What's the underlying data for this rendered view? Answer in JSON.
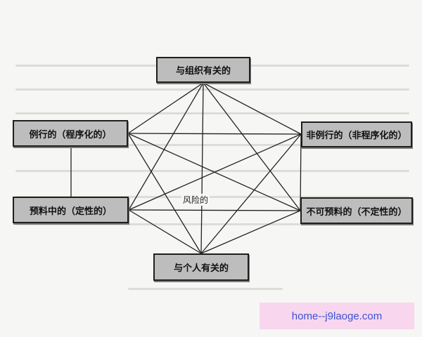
{
  "diagram": {
    "nodes": {
      "top": "与组织有关的",
      "left_upper": "例行的（程序化的）",
      "right_upper": "非例行的（非程序化的）",
      "left_lower": "预料中的（定性的）",
      "right_lower": "不可预料的（不定性的）",
      "bottom": "与个人有关的"
    },
    "center_label": "风险的",
    "edges": [
      [
        "top",
        "left_upper"
      ],
      [
        "top",
        "right_upper"
      ],
      [
        "top",
        "left_lower"
      ],
      [
        "top",
        "right_lower"
      ],
      [
        "top",
        "bottom"
      ],
      [
        "left_upper",
        "right_upper"
      ],
      [
        "left_upper",
        "left_lower"
      ],
      [
        "left_upper",
        "right_lower"
      ],
      [
        "left_upper",
        "bottom"
      ],
      [
        "right_upper",
        "left_lower"
      ],
      [
        "right_upper",
        "right_lower"
      ],
      [
        "right_upper",
        "bottom"
      ],
      [
        "left_lower",
        "right_lower"
      ],
      [
        "left_lower",
        "bottom"
      ],
      [
        "right_lower",
        "bottom"
      ]
    ]
  },
  "watermark": "home--j9laoge.com"
}
